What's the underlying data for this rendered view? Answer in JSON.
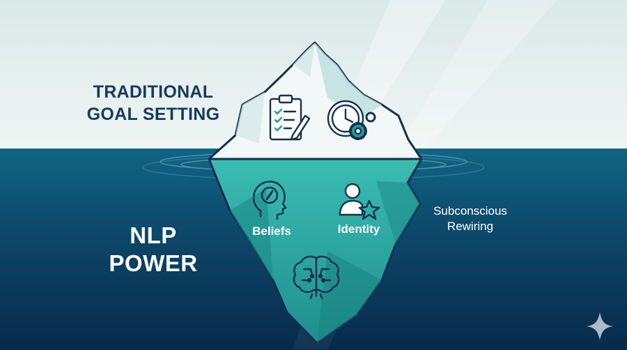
{
  "diagram": {
    "above_water": {
      "title_lines": [
        "TRADITIONAL",
        "GOAL SETTING"
      ],
      "icons": [
        "clipboard-checklist-icon",
        "clock-gears-icon"
      ]
    },
    "below_water": {
      "title_lines": [
        "NLP",
        "POWER"
      ],
      "side_note_lines": [
        "Subconscious",
        "Rewiring"
      ],
      "beliefs_label": "Beliefs",
      "identity_label": "Identity",
      "icons": [
        "head-compass-icon",
        "person-star-icon",
        "brain-circuit-icon"
      ]
    },
    "corner_icon": "sparkle-icon"
  },
  "colors": {
    "sky": "#e6f0ee",
    "water_top": "#0f5e7e",
    "water_bottom": "#0a2e50",
    "ice_above": "#f2f8f8",
    "ice_below": "#27a8a3",
    "outline": "#13304f",
    "title_dark": "#163a5c",
    "text_light": "#ffffff"
  }
}
